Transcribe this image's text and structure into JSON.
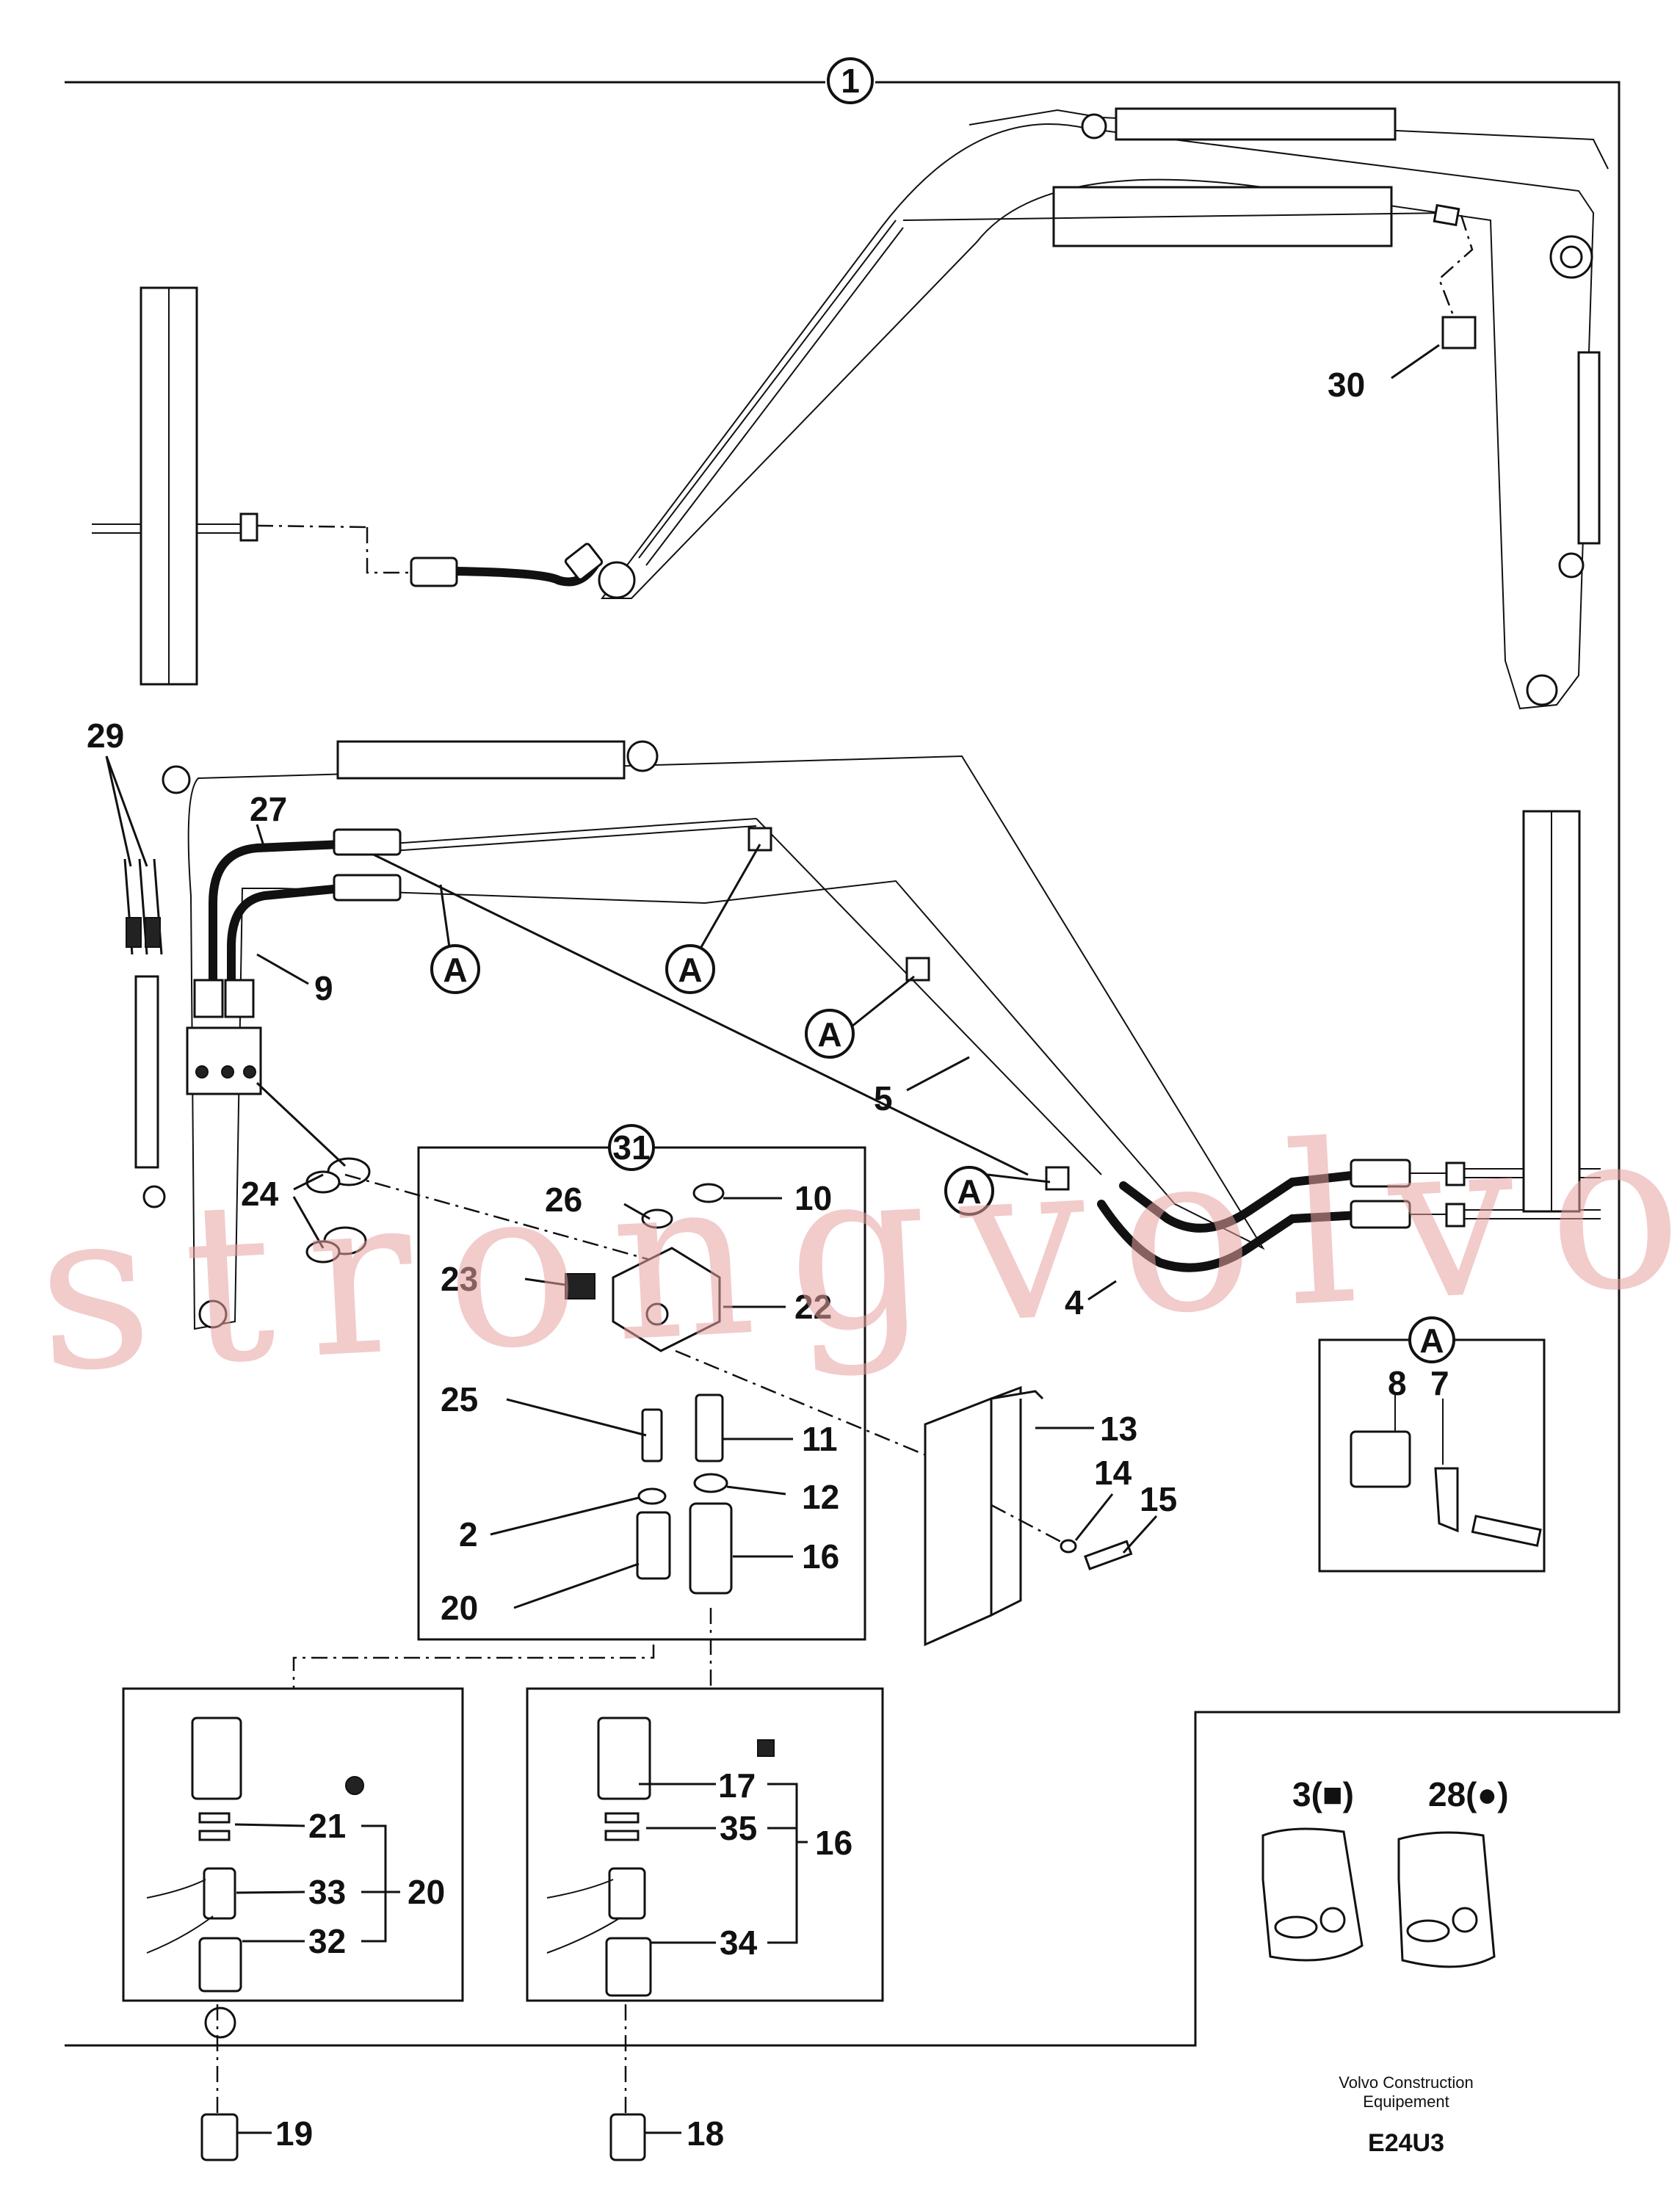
{
  "labels": {
    "main_circle": "1",
    "kit_circle": "31",
    "detail_circle": "A",
    "detail_callouts": [
      "A",
      "A",
      "A",
      "A"
    ],
    "n30": "30",
    "n29": "29",
    "n27": "27",
    "n9": "9",
    "n24": "24",
    "n5": "5",
    "n4": "4",
    "n26": "26",
    "n10": "10",
    "n23": "23",
    "n22": "22",
    "n25": "25",
    "n11": "11",
    "n12": "12",
    "n2": "2",
    "n16": "16",
    "n20": "20",
    "n13": "13",
    "n14": "14",
    "n15": "15",
    "n8": "8",
    "n7": "7",
    "box20": {
      "n21": "21",
      "n33": "33",
      "n32": "32",
      "total": "20"
    },
    "box16": {
      "n17": "17",
      "n35": "35",
      "n34": "34",
      "total": "16"
    },
    "n19": "19",
    "n18": "18",
    "bag3": "3(■)",
    "bag28": "28(●)"
  },
  "watermark": "strongvolvo.com",
  "footer": {
    "company_line1": "Volvo Construction",
    "company_line2": "Equipement",
    "code": "E24U3"
  },
  "colors": {
    "ink": "#111111",
    "watermark": "#e7a1a1"
  }
}
